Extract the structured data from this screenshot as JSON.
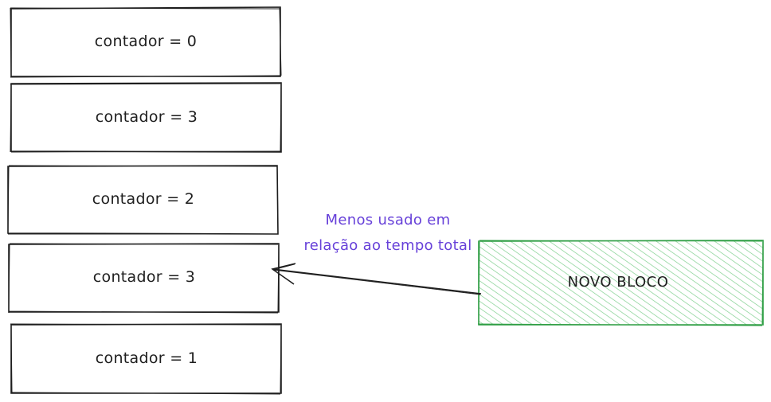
{
  "cache_blocks": [
    {
      "label": "contador = 0"
    },
    {
      "label": "contador = 3"
    },
    {
      "label": "contador = 2"
    },
    {
      "label": "contador = 3"
    },
    {
      "label": "contador = 1"
    }
  ],
  "annotation": {
    "line1": "Menos usado em",
    "line2": "relação ao tempo total"
  },
  "new_block": {
    "label": "NOVO BLOCO"
  },
  "colors": {
    "stroke": "#1e1e1e",
    "annotation_text": "#6741d9",
    "new_block_fill": "#b2f2bb",
    "new_block_stroke": "#2f9e44"
  }
}
